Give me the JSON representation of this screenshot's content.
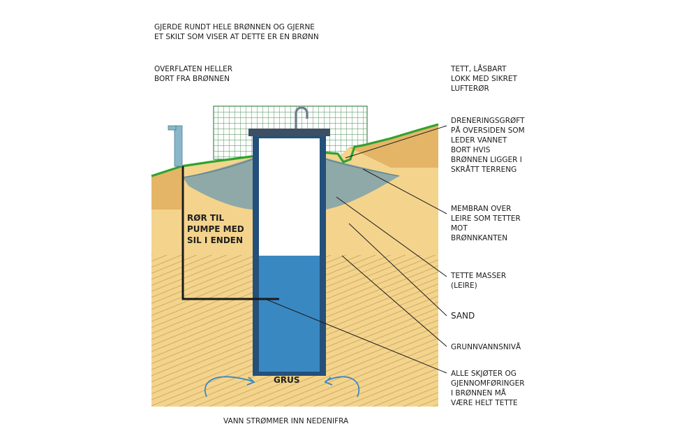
{
  "labels": {
    "fence_sign": [
      "GJERDE RUNDT HELE BRØNNEN OG GJERNE",
      "ET SKILT SOM VISER AT DETTE ER EN BRØNN"
    ],
    "slope_away": [
      "OVERFLATEN HELLER",
      "BORT FRA BRØNNEN"
    ],
    "lid": [
      "TETT, LÅSBART",
      "LOKK MED SIKRET",
      "LUFTERØR"
    ],
    "ditch": [
      "DRENERINGSGRØFT",
      "PÅ OVERSIDEN SOM",
      "LEDER VANNET",
      "BORT HVIS",
      "BRØNNEN LIGGER I",
      "SKRÅTT TERRENG"
    ],
    "membrane": [
      "MEMBRAN OVER",
      "LEIRE SOM TETTER",
      "MOT",
      "BRØNNKANTEN"
    ],
    "clay": [
      "TETTE MASSER",
      "(LEIRE)"
    ],
    "sand": "SAND",
    "groundwater": "GRUNNVANNSNIVÅ",
    "joints": [
      "ALLE SKJØTER OG",
      "GJENNOMFØRINGER",
      "I BRØNNEN MÅ",
      "VÆRE HELT TETTE"
    ],
    "pump_pipe": [
      "RØR TIL",
      "PUMPE MED",
      "SIL I ENDEN"
    ],
    "gravel": "GRUS",
    "inflow": "VANN STRØMMER INN NEDENIFRA"
  },
  "colors": {
    "sand": "#f4d48c",
    "sand_hatch": "#c9a860",
    "clay": "#8fa9a8",
    "water": "#3a88c2",
    "well_wall": "#24507a",
    "lid": "#3d4f62",
    "grass": "#2fa32f",
    "fence": "#3f8a4a",
    "leader": "#1a1a1a",
    "arrow": "#3a88c2",
    "pipe": "#1a1a1a",
    "pump": "#8ab6c9"
  }
}
